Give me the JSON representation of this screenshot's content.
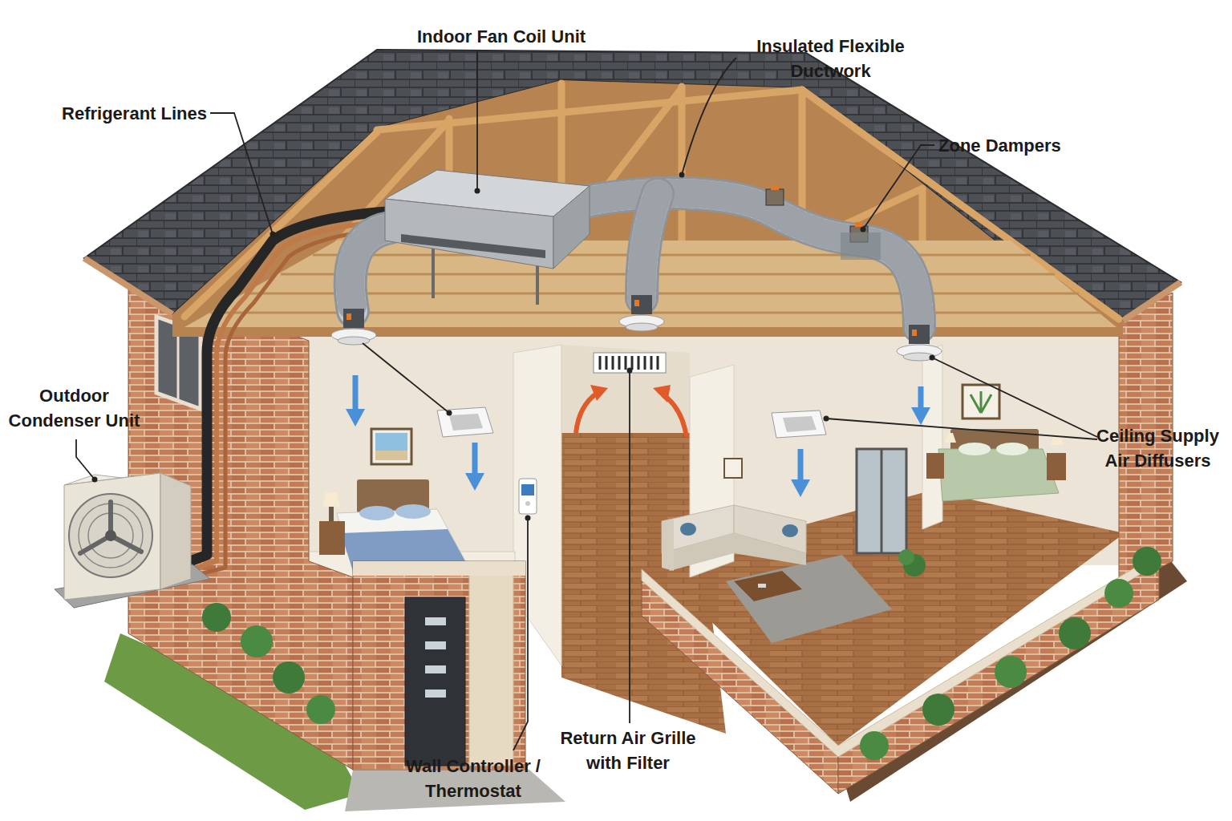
{
  "diagram": {
    "labels": [
      "Indoor Fan Coil Unit",
      "Insulated Flexible Ductwork",
      "Refrigerant Lines",
      "Zone Dampers",
      "Outdoor Condenser Unit",
      "Ceiling Supply Air Diffusers",
      "Return Air Grille with Filter",
      "Wall Controller / Thermostat"
    ]
  }
}
